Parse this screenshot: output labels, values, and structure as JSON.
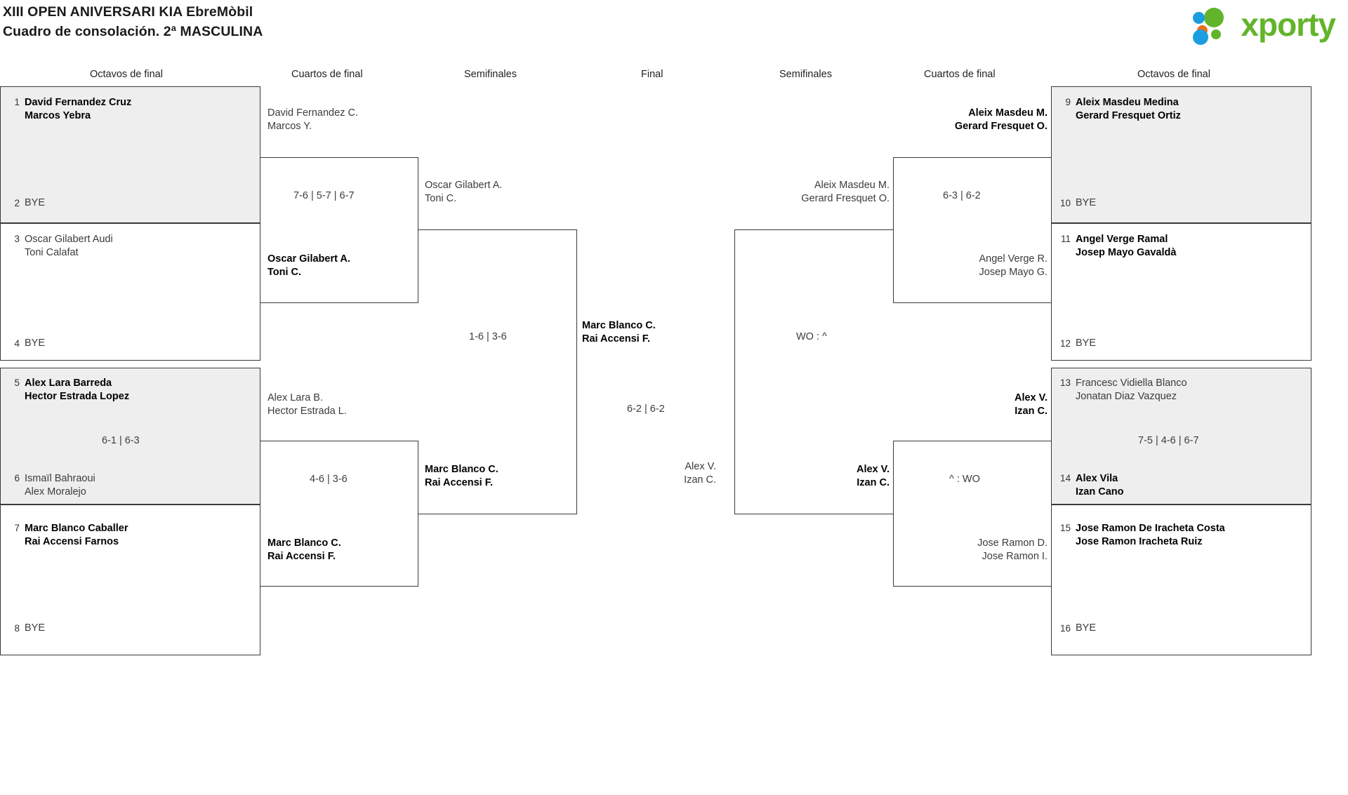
{
  "header": {
    "title_line1": "XIII OPEN ANIVERSARI KIA EbreMòbil",
    "title_line2": "Cuadro de consolación. 2ª MASCULINA",
    "logo_text": "xporty",
    "brand_green": "#62b52a",
    "brand_blue": "#1b9ee0",
    "brand_orange": "#e8721a"
  },
  "round_headers": {
    "l_r16": "Octavos de final",
    "l_qf": "Cuartos de final",
    "l_sf": "Semifinales",
    "final": "Final",
    "r_sf": "Semifinales",
    "r_qf": "Cuartos de final",
    "r_r16": "Octavos de final"
  },
  "bracket": {
    "left_r16": [
      {
        "seed": "1",
        "line1": "David Fernandez Cruz",
        "line2": "Marcos Yebra",
        "winner": true,
        "bye": false
      },
      {
        "seed": "2",
        "line1": "BYE",
        "line2": "",
        "winner": false,
        "bye": true
      },
      {
        "seed": "3",
        "line1": "Oscar Gilabert Audi",
        "line2": "Toni Calafat",
        "winner": false,
        "bye": false
      },
      {
        "seed": "4",
        "line1": "BYE",
        "line2": "",
        "winner": false,
        "bye": true
      },
      {
        "seed": "5",
        "line1": "Alex Lara Barreda",
        "line2": "Hector Estrada Lopez",
        "winner": true,
        "bye": false
      },
      {
        "seed": "6",
        "line1": "Ismaïl Bahraoui",
        "line2": "Alex Moralejo",
        "winner": false,
        "bye": false
      },
      {
        "seed": "7",
        "line1": "Marc Blanco Caballer",
        "line2": "Rai Accensi Farnos",
        "winner": true,
        "bye": false
      },
      {
        "seed": "8",
        "line1": "BYE",
        "line2": "",
        "winner": false,
        "bye": true
      }
    ],
    "left_r16_scores": [
      "",
      "6-1 | 6-3",
      ""
    ],
    "left_r16_score_5_6": "6-1 | 6-3",
    "left_qf": [
      {
        "top_l1": "David Fernandez C.",
        "top_l2": "Marcos Y.",
        "top_win": false,
        "bot_l1": "Oscar Gilabert A.",
        "bot_l2": "Toni C.",
        "bot_win": true,
        "score": "7-6 | 5-7 | 6-7"
      },
      {
        "top_l1": "Alex Lara B.",
        "top_l2": "Hector Estrada L.",
        "top_win": false,
        "bot_l1": "Marc Blanco C.",
        "bot_l2": "Rai Accensi F.",
        "bot_win": true,
        "score": "4-6 | 3-6"
      }
    ],
    "left_sf": {
      "top_l1": "Oscar Gilabert A.",
      "top_l2": "Toni C.",
      "top_win": false,
      "bot_l1": "Marc Blanco C.",
      "bot_l2": "Rai Accensi F.",
      "bot_win": true,
      "score": "1-6 | 3-6"
    },
    "final": {
      "top_l1": "Marc Blanco C.",
      "top_l2": "Rai Accensi F.",
      "top_win": true,
      "bot_l1": "Alex V.",
      "bot_l2": "Izan C.",
      "bot_win": false,
      "score": "6-2 | 6-2"
    },
    "right_sf": {
      "top_l1": "Aleix Masdeu M.",
      "top_l2": "Gerard Fresquet O.",
      "top_win": false,
      "bot_l1": "Alex V.",
      "bot_l2": "Izan C.",
      "bot_win": true,
      "score": "WO : ^"
    },
    "right_qf": [
      {
        "top_l1": "Aleix Masdeu M.",
        "top_l2": "Gerard Fresquet O.",
        "top_win": true,
        "bot_l1": "Angel Verge R.",
        "bot_l2": "Josep Mayo G.",
        "bot_win": false,
        "score": "6-3 | 6-2"
      },
      {
        "top_l1": "Alex V.",
        "top_l2": "Izan C.",
        "top_win": true,
        "bot_l1": "Jose Ramon D.",
        "bot_l2": "Jose Ramon I.",
        "bot_win": false,
        "score": "^ : WO"
      }
    ],
    "right_r16": [
      {
        "seed": "9",
        "line1": "Aleix Masdeu Medina",
        "line2": "Gerard Fresquet Ortiz",
        "winner": true,
        "bye": false
      },
      {
        "seed": "10",
        "line1": "BYE",
        "line2": "",
        "winner": false,
        "bye": true
      },
      {
        "seed": "11",
        "line1": "Angel Verge Ramal",
        "line2": "Josep Mayo Gavaldà",
        "winner": true,
        "bye": false
      },
      {
        "seed": "12",
        "line1": "BYE",
        "line2": "",
        "winner": false,
        "bye": true
      },
      {
        "seed": "13",
        "line1": "Francesc Vidiella Blanco",
        "line2": "Jonatan Diaz Vazquez",
        "winner": false,
        "bye": false
      },
      {
        "seed": "14",
        "line1": "Alex Vila",
        "line2": "Izan Cano",
        "winner": true,
        "bye": false
      },
      {
        "seed": "15",
        "line1": "Jose Ramon De Iracheta Costa",
        "line2": "Jose Ramon Iracheta Ruiz",
        "winner": true,
        "bye": false
      },
      {
        "seed": "16",
        "line1": "BYE",
        "line2": "",
        "winner": false,
        "bye": true
      }
    ],
    "right_r16_score_13_14": "7-5 | 4-6 | 6-7"
  }
}
